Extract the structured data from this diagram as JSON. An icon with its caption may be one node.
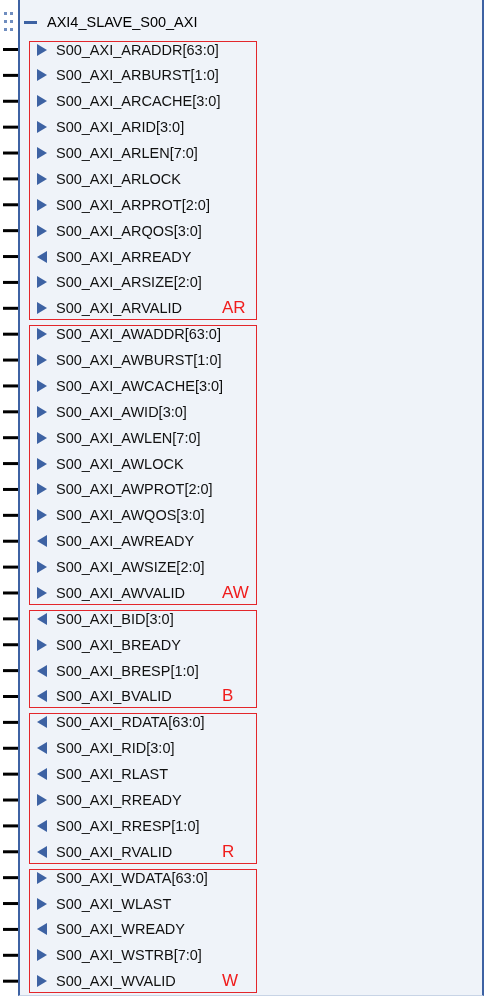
{
  "diagram": {
    "nodes": [
      {
        "text": [
          "AXI4_SLAVE_S00_AXI"
        ]
      },
      {
        "text": [
          "S00_AXI_ARADDR[63:0]",
          "S00_AXI_ARBURST[1:0]",
          "S00_AXI_ARCACHE[3:0]",
          "S00_AXI_ARID[3:0]",
          "S00_AXI_ARLEN[7:0]",
          "S00_AXI_ARLOCK",
          "S00_AXI_ARPROT[2:0]",
          "S00_AXI_ARQOS[3:0]",
          "S00_AXI_ARREADY",
          "S00_AXI_ARSIZE[2:0]",
          "S00_AXI_ARVALID",
          "AR"
        ],
        "in": 0
      },
      {
        "text": [
          "S00_AXI_AWADDR[63:0]",
          "S00_AXI_AWBURST[1:0]",
          "S00_AXI_AWCACHE[3:0]",
          "S00_AXI_AWID[3:0]",
          "S00_AXI_AWLEN[7:0]",
          "S00_AXI_AWLOCK",
          "S00_AXI_AWPROT[2:0]",
          "S00_AXI_AWQOS[3:0]",
          "S00_AXI_AWREADY",
          "S00_AXI_AWSIZE[2:0]",
          "S00_AXI_AWVALID",
          "AW"
        ],
        "in": 0
      },
      {
        "text": [
          "S00_AXI_BID[3:0]",
          "S00_AXI_BREADY",
          "S00_AXI_BRESP[1:0]",
          "S00_AXI_BVALID",
          "B"
        ],
        "in": 0
      },
      {
        "text": [
          "S00_AXI_RDATA[63:0]",
          "S00_AXI_RID[3:0]",
          "S00_AXI_RLAST",
          "S00_AXI_RREADY",
          "S00_AXI_RRESP[1:0]",
          "S00_AXI_RVALID",
          "R"
        ],
        "in": 0
      },
      {
        "text": [
          "S00_AXI_WDATA[63:0]",
          "S00_AXI_WLAST",
          "S00_AXI_WREADY",
          "S00_AXI_WSTRB[7:0]",
          "S00_AXI_WVALID",
          "W"
        ],
        "in": 0
      }
    ],
    "edges": []
  }
}
